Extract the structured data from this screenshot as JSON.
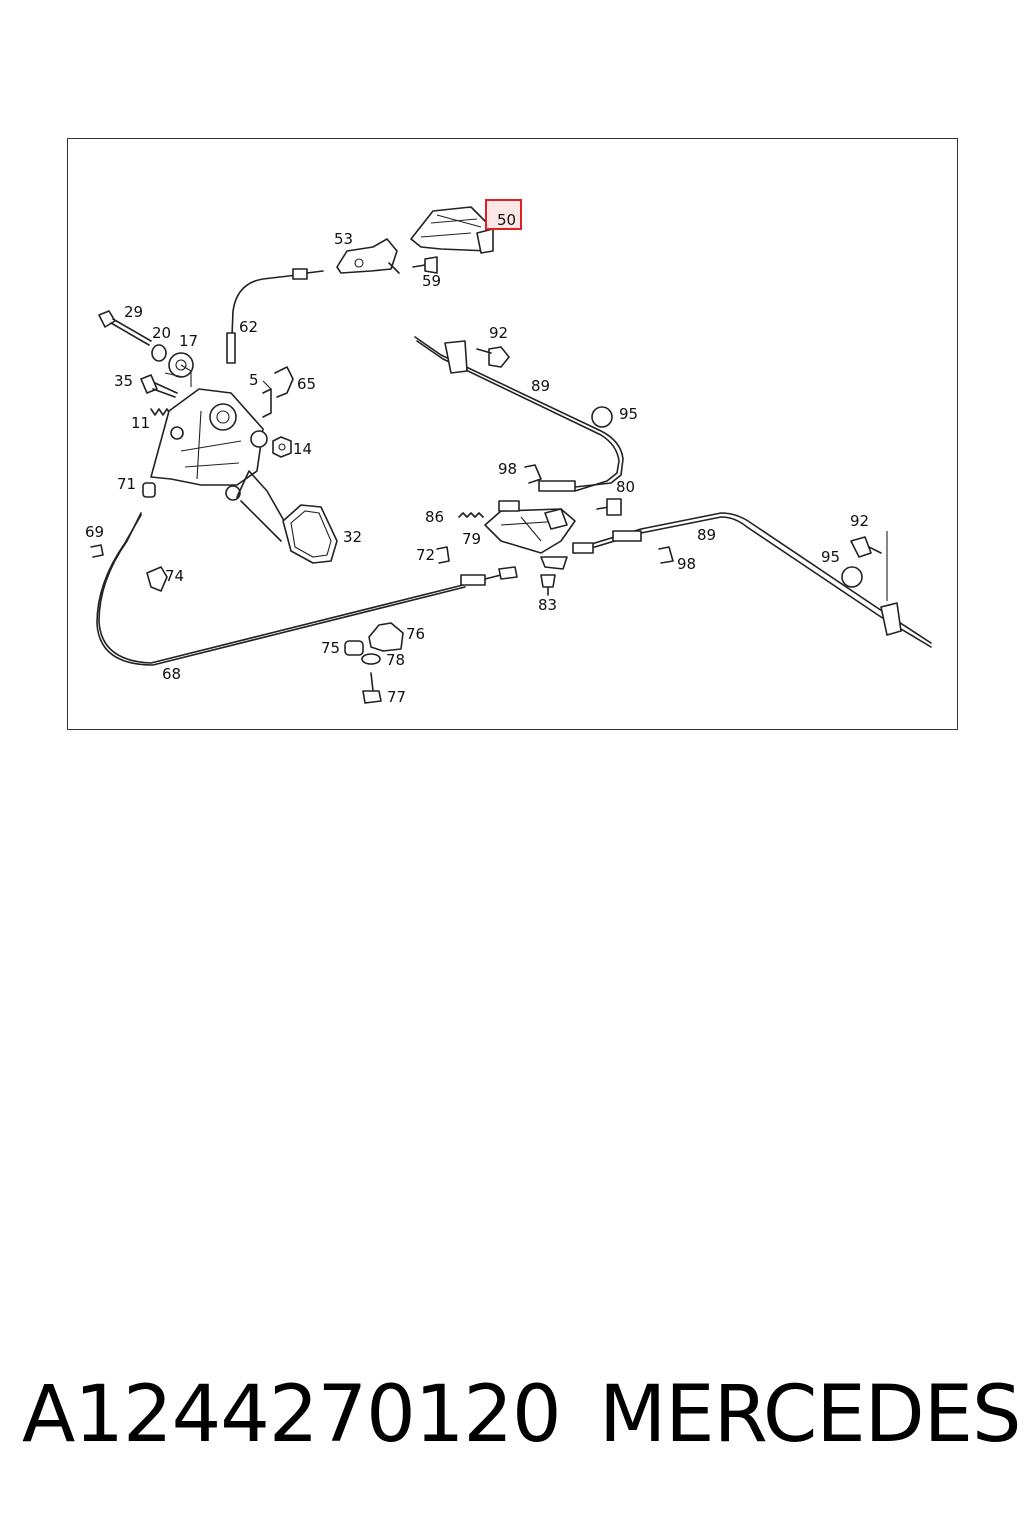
{
  "diagram": {
    "highlighted_part": "50",
    "highlight_color": "#e02020",
    "labels": {
      "l50": "50",
      "l53": "53",
      "l59": "59",
      "l62": "62",
      "l29": "29",
      "l20": "20",
      "l17": "17",
      "l35": "35",
      "l5": "5",
      "l65": "65",
      "l11": "11",
      "l14": "14",
      "l71": "71",
      "l32": "32",
      "l69": "69",
      "l74": "74",
      "l92a": "92",
      "l89a": "89",
      "l95a": "95",
      "l98a": "98",
      "l80": "80",
      "l86": "86",
      "l79": "79",
      "l72": "72",
      "l83": "83",
      "l89b": "89",
      "l98b": "98",
      "l92b": "92",
      "l95b": "95",
      "l75": "75",
      "l76": "76",
      "l78": "78",
      "l77": "77",
      "l68": "68"
    }
  },
  "footer": {
    "part_number": "A1244270120",
    "brand": "MERCEDES"
  }
}
